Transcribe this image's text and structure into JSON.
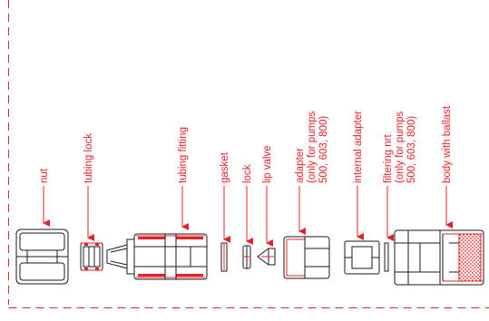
{
  "parts": [
    {
      "id": "nut",
      "lines": [
        "nut"
      ]
    },
    {
      "id": "tubing-lock",
      "lines": [
        "tubing lock"
      ]
    },
    {
      "id": "tubing-fitting",
      "lines": [
        "tubing fitting"
      ]
    },
    {
      "id": "gasket",
      "lines": [
        "gasket"
      ]
    },
    {
      "id": "lock",
      "lines": [
        "lock"
      ]
    },
    {
      "id": "lip-valve",
      "lines": [
        "lip valve"
      ]
    },
    {
      "id": "adapter",
      "lines": [
        "adapter",
        "(only for pumps",
        "500, 603, 800)"
      ]
    },
    {
      "id": "internal-adapter",
      "lines": [
        "internal adapter"
      ]
    },
    {
      "id": "filtering-net",
      "lines": [
        "filtering nrt",
        "(only for pumps",
        "500, 603, 800)"
      ]
    },
    {
      "id": "body-with-ballast",
      "lines": [
        "body with ballast"
      ]
    }
  ],
  "colors": {
    "accent": "#e8202a",
    "outline": "#1a1a1a",
    "background": "#ffffff"
  }
}
